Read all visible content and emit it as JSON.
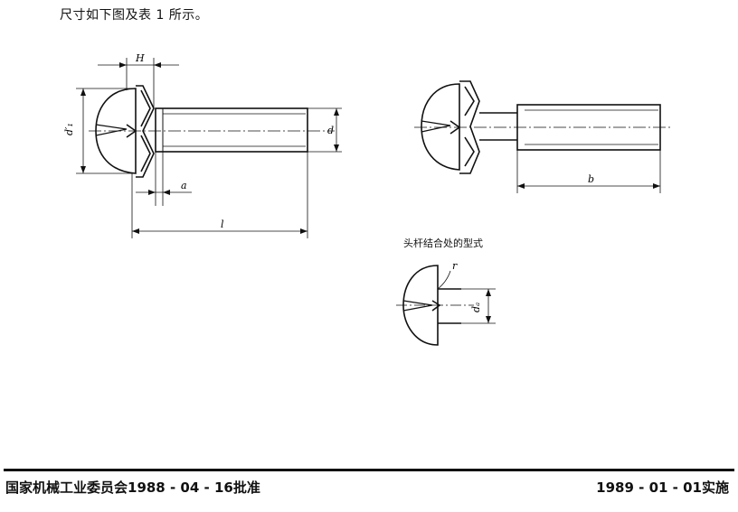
{
  "intro_text": "尺寸如下图及表 1 所示。",
  "caption": "头杆结合处的型式",
  "footer": {
    "left": "国家机械工业委员会1988 - 04 - 16批准",
    "right": "1989 - 01 - 01实施"
  },
  "dimension_labels": {
    "H": "H",
    "d1": "d′₁",
    "d": "d",
    "a": "a",
    "l": "l",
    "b": "b",
    "r": "r",
    "da": "dₐ"
  }
}
